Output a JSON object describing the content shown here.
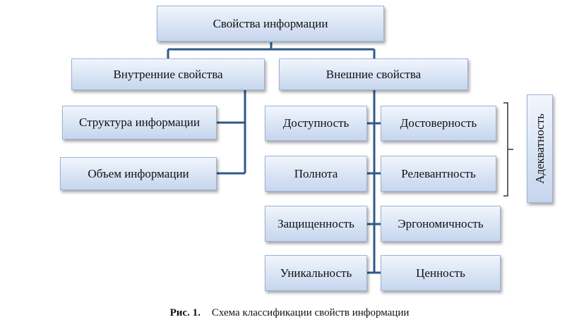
{
  "diagram": {
    "root": "Свойства информации",
    "internal": {
      "label": "Внутренние свойства",
      "children": [
        "Структура информации",
        "Объем информации"
      ]
    },
    "external": {
      "label": "Внешние свойства",
      "left_column": [
        "Доступность",
        "Полнота",
        "Защищенность",
        "Уникальность"
      ],
      "right_column": [
        "Достоверность",
        "Релевантность",
        "Эргономичность",
        "Ценность"
      ]
    },
    "adequacy_label": "Адекватность",
    "colors": {
      "connector": "#2e5a8a",
      "box_border": "#9db3d6",
      "box_fill_top": "#f2f6fc",
      "box_fill_bottom": "#c6d6ee"
    }
  },
  "caption": {
    "number": "Рис. 1.",
    "text": "Схема классификации свойств информации"
  }
}
